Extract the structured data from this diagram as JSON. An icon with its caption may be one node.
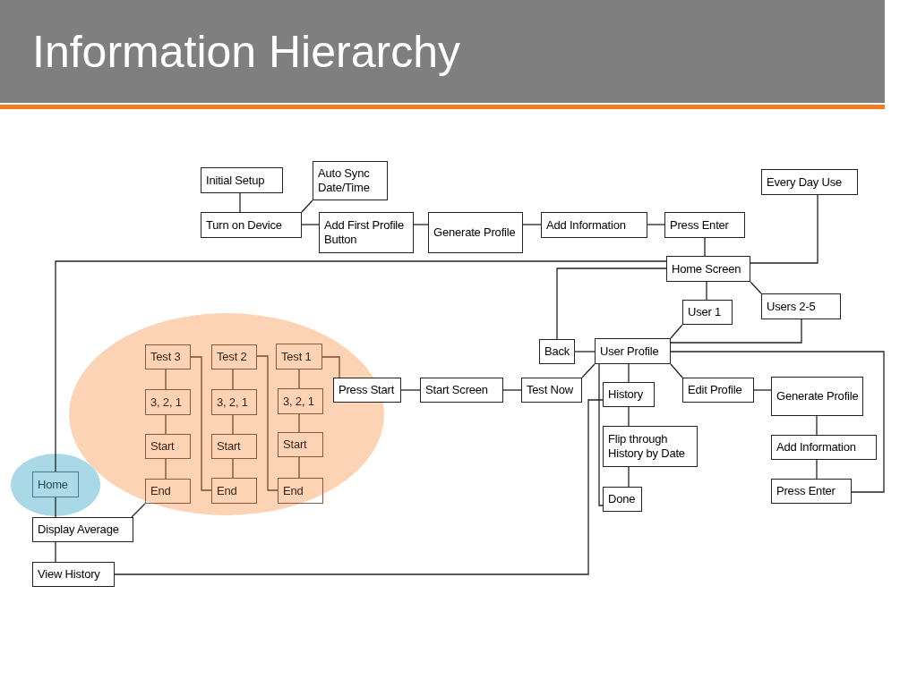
{
  "diagram": {
    "title": "Information Hierarchy",
    "nodes": [
      {
        "text": [
          "Initial Setup"
        ]
      },
      {
        "text": [
          "Auto Sync Date/Time"
        ]
      },
      {
        "text": [
          "Turn on Device"
        ]
      },
      {
        "text": [
          "Add First Profile Button"
        ]
      },
      {
        "text": [
          "Generate Profile"
        ]
      },
      {
        "text": [
          "Add Information"
        ]
      },
      {
        "text": [
          "Press Enter"
        ]
      },
      {
        "text": [
          "Every Day Use"
        ]
      },
      {
        "text": [
          "Home Screen"
        ]
      },
      {
        "text": [
          "User 1"
        ]
      },
      {
        "text": [
          "Users 2-5"
        ]
      },
      {
        "text": [
          "Back"
        ]
      },
      {
        "text": [
          "User Profile"
        ]
      },
      {
        "text": [
          "Press Start"
        ]
      },
      {
        "text": [
          "Start Screen"
        ]
      },
      {
        "text": [
          "Test Now"
        ]
      },
      {
        "text": [
          "History"
        ]
      },
      {
        "text": [
          "Edit Profile"
        ]
      },
      {
        "text": [
          "Generate Profile"
        ]
      },
      {
        "text": [
          "Flip through History by Date"
        ]
      },
      {
        "text": [
          "Add Information"
        ]
      },
      {
        "text": [
          "Done"
        ]
      },
      {
        "text": [
          "Press Enter"
        ]
      },
      {
        "text": [
          "Test 3"
        ]
      },
      {
        "text": [
          "Test 2"
        ]
      },
      {
        "text": [
          "Test 1"
        ]
      },
      {
        "text": [
          "3, 2, 1"
        ]
      },
      {
        "text": [
          "3, 2, 1"
        ]
      },
      {
        "text": [
          "3, 2, 1"
        ]
      },
      {
        "text": [
          "Start"
        ]
      },
      {
        "text": [
          "Start"
        ]
      },
      {
        "text": [
          "Start"
        ]
      },
      {
        "text": [
          "End"
        ]
      },
      {
        "text": [
          "End"
        ]
      },
      {
        "text": [
          "End"
        ]
      },
      {
        "text": [
          "Home"
        ]
      },
      {
        "text": [
          "Display Average"
        ]
      },
      {
        "text": [
          "View History"
        ]
      }
    ],
    "edges": [
      {
        "from": 0,
        "to": 2,
        "arrow": "none"
      },
      {
        "from": 2,
        "to": 1,
        "arrow": "none"
      },
      {
        "from": 2,
        "to": 3,
        "arrow": "none"
      },
      {
        "from": 3,
        "to": 4,
        "arrow": "none"
      },
      {
        "from": 4,
        "to": 5,
        "arrow": "none"
      },
      {
        "from": 5,
        "to": 6,
        "arrow": "none"
      },
      {
        "from": 6,
        "to": 8,
        "arrow": "none"
      },
      {
        "from": 7,
        "to": 8,
        "arrow": "none"
      },
      {
        "from": 8,
        "to": 35,
        "arrow": "none"
      },
      {
        "from": 8,
        "to": 11,
        "arrow": "none"
      },
      {
        "from": 8,
        "to": 9,
        "arrow": "none"
      },
      {
        "from": 8,
        "to": 10,
        "arrow": "none"
      },
      {
        "from": 9,
        "to": 12,
        "arrow": "none"
      },
      {
        "from": 10,
        "to": 12,
        "arrow": "none"
      },
      {
        "from": 11,
        "to": 12,
        "arrow": "none"
      },
      {
        "from": 12,
        "to": 15,
        "arrow": "none"
      },
      {
        "from": 12,
        "to": 16,
        "arrow": "none"
      },
      {
        "from": 12,
        "to": 21,
        "arrow": "none"
      },
      {
        "from": 12,
        "to": 17,
        "arrow": "none"
      },
      {
        "from": 12,
        "to": 22,
        "arrow": "none"
      },
      {
        "from": 17,
        "to": 18,
        "arrow": "none"
      },
      {
        "from": 18,
        "to": 20,
        "arrow": "none"
      },
      {
        "from": 20,
        "to": 22,
        "arrow": "none"
      },
      {
        "from": 16,
        "to": 19,
        "arrow": "none"
      },
      {
        "from": 19,
        "to": 21,
        "arrow": "none"
      },
      {
        "from": 16,
        "to": 37,
        "arrow": "none"
      },
      {
        "from": 15,
        "to": 14,
        "arrow": "none"
      },
      {
        "from": 14,
        "to": 13,
        "arrow": "none"
      },
      {
        "from": 25,
        "to": 13,
        "arrow": "none",
        "color": "#7a4a30"
      },
      {
        "from": 25,
        "to": 28,
        "arrow": "none",
        "color": "#7a4a30"
      },
      {
        "from": 28,
        "to": 31,
        "arrow": "none",
        "color": "#7a4a30"
      },
      {
        "from": 31,
        "to": 34,
        "arrow": "none",
        "color": "#7a4a30"
      },
      {
        "from": 24,
        "to": 27,
        "arrow": "none",
        "color": "#7a4a30"
      },
      {
        "from": 27,
        "to": 30,
        "arrow": "none",
        "color": "#7a4a30"
      },
      {
        "from": 30,
        "to": 33,
        "arrow": "none",
        "color": "#7a4a30"
      },
      {
        "from": 23,
        "to": 26,
        "arrow": "none",
        "color": "#7a4a30"
      },
      {
        "from": 26,
        "to": 29,
        "arrow": "none",
        "color": "#7a4a30"
      },
      {
        "from": 29,
        "to": 32,
        "arrow": "none",
        "color": "#7a4a30"
      },
      {
        "from": 24,
        "to": 34,
        "arrow": "none",
        "color": "#7a4a30"
      },
      {
        "from": 23,
        "to": 33,
        "arrow": "none",
        "color": "#7a4a30"
      },
      {
        "from": 32,
        "to": 36,
        "arrow": "none"
      },
      {
        "from": 35,
        "to": 36,
        "arrow": "none"
      },
      {
        "from": 36,
        "to": 37,
        "arrow": "none"
      }
    ]
  }
}
